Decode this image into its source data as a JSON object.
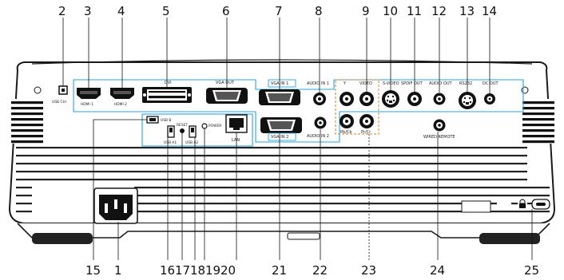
{
  "callouts_top": [
    "2",
    "3",
    "4",
    "5",
    "6",
    "7",
    "8",
    "9",
    "10",
    "11",
    "12",
    "13",
    "14"
  ],
  "callouts_bottom": [
    "15",
    "1",
    "16",
    "17",
    "18",
    "19",
    "20",
    "21",
    "22",
    "23",
    "24",
    "25"
  ],
  "port_labels": {
    "usb_ctrl": "USB Ctrl",
    "hdmi1": "HDMI 1",
    "hdmi2": "HDMI 2",
    "dvi": "DVI",
    "vga_out": "VGA OUT",
    "vga_in1": "VGA IN 1",
    "audio_in1": "AUDIO IN 1",
    "y": "Y",
    "video": "VIDEO",
    "s_video": "S-VIDEO",
    "spdif_out": "SPDIF OUT",
    "audio_out": "AUDIO OUT",
    "rs232": "RS232",
    "dc_out": "DC OUT",
    "usb_b": "USB B",
    "usb_a1": "USB A1",
    "reset": "RESET",
    "usb_a2": "USB A2",
    "power": "POWER",
    "lan": "LAN",
    "vga_in2": "VGA IN 2",
    "audio_in2": "AUDIO IN 2",
    "pb_cb": "Pb/Cb",
    "pr_cr": "Pr/Cr",
    "wired_remote": "WIRED REMOTE"
  },
  "colors": {
    "outline": "#1a1a1a",
    "panel_border": "#2aa3d8",
    "component_border": "#d9822b"
  }
}
